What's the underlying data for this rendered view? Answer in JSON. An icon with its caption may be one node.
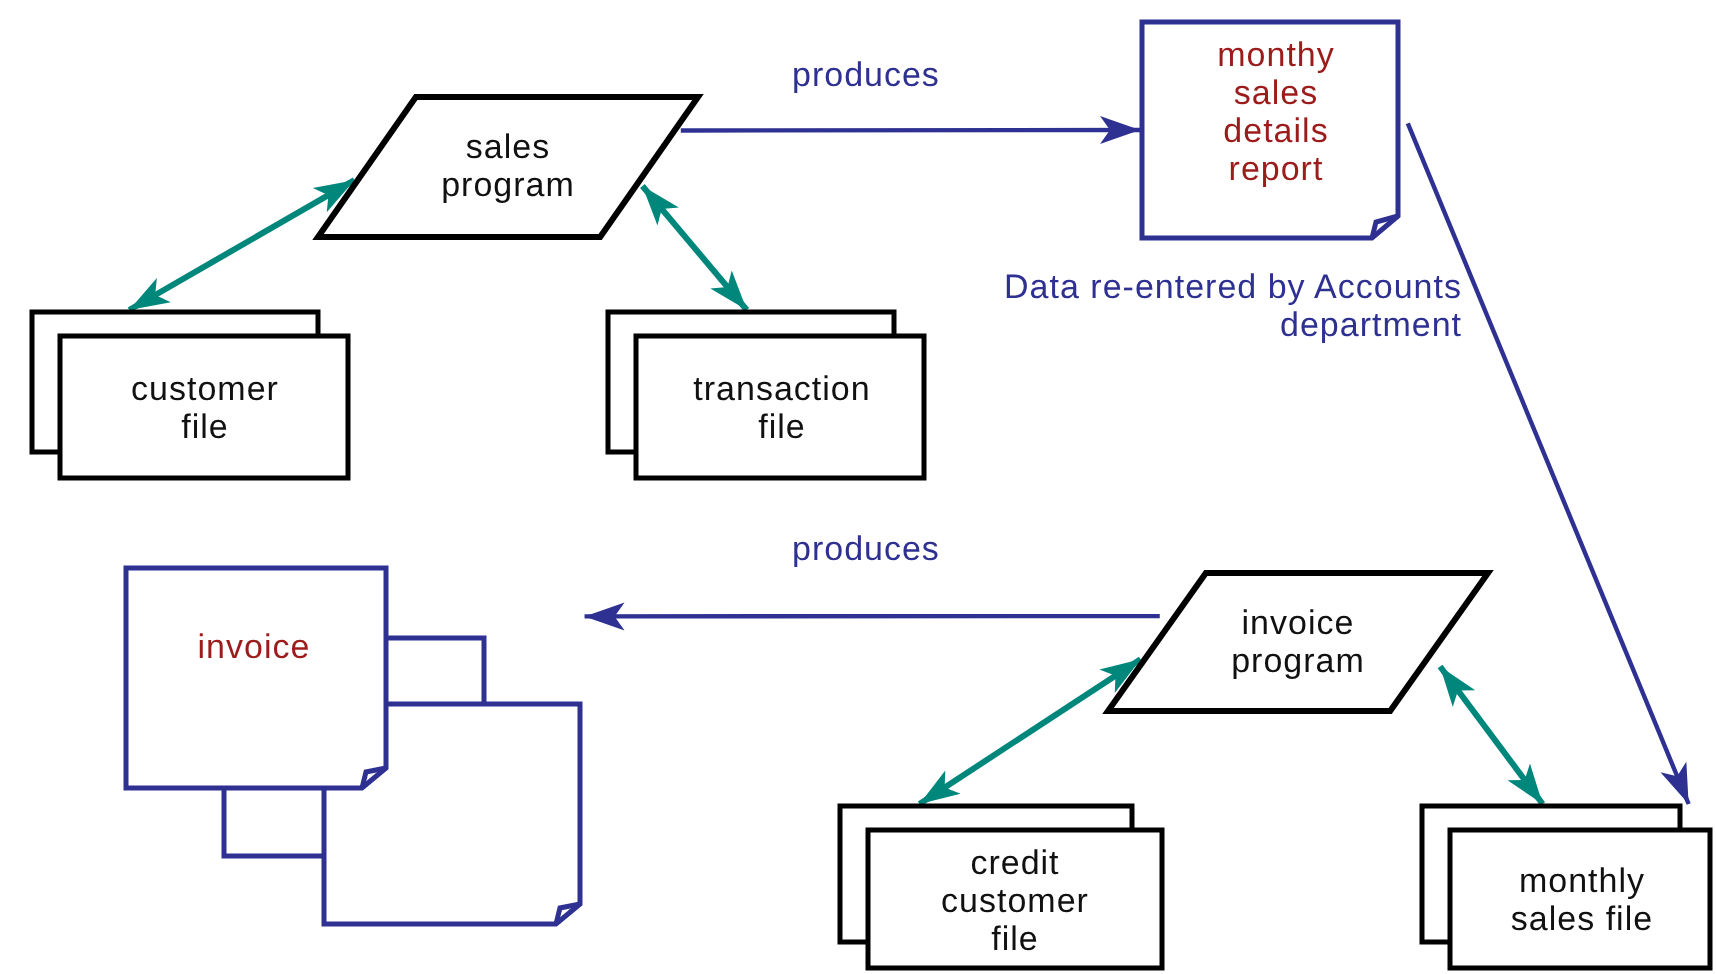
{
  "diagram": {
    "nodes": [
      {
        "text": [
          "sales program"
        ]
      },
      {
        "text": [
          "monthy sales details report"
        ]
      },
      {
        "text": [
          "customer file"
        ]
      },
      {
        "text": [
          "transaction file"
        ]
      },
      {
        "text": [
          "invoice"
        ]
      },
      {
        "text": [
          "invoice program"
        ]
      },
      {
        "text": [
          "credit customer file"
        ]
      },
      {
        "text": [
          "monthly sales file"
        ]
      }
    ],
    "edges": [
      {
        "from": 0,
        "to": 1,
        "arrow": "to",
        "label": "produces",
        "color": "#2e3192"
      },
      {
        "from": 0,
        "to": 2,
        "arrow": "both"
      },
      {
        "from": 0,
        "to": 3,
        "arrow": "both"
      },
      {
        "from": 1,
        "to": 7,
        "arrow": "to",
        "label": "Data re-entered by Accounts department",
        "color": "#2e3192"
      },
      {
        "from": 5,
        "to": 4,
        "arrow": "to",
        "label": "produces",
        "color": "#2e3192"
      },
      {
        "from": 5,
        "to": 6,
        "arrow": "both"
      },
      {
        "from": 5,
        "to": 7,
        "arrow": "both"
      }
    ]
  }
}
